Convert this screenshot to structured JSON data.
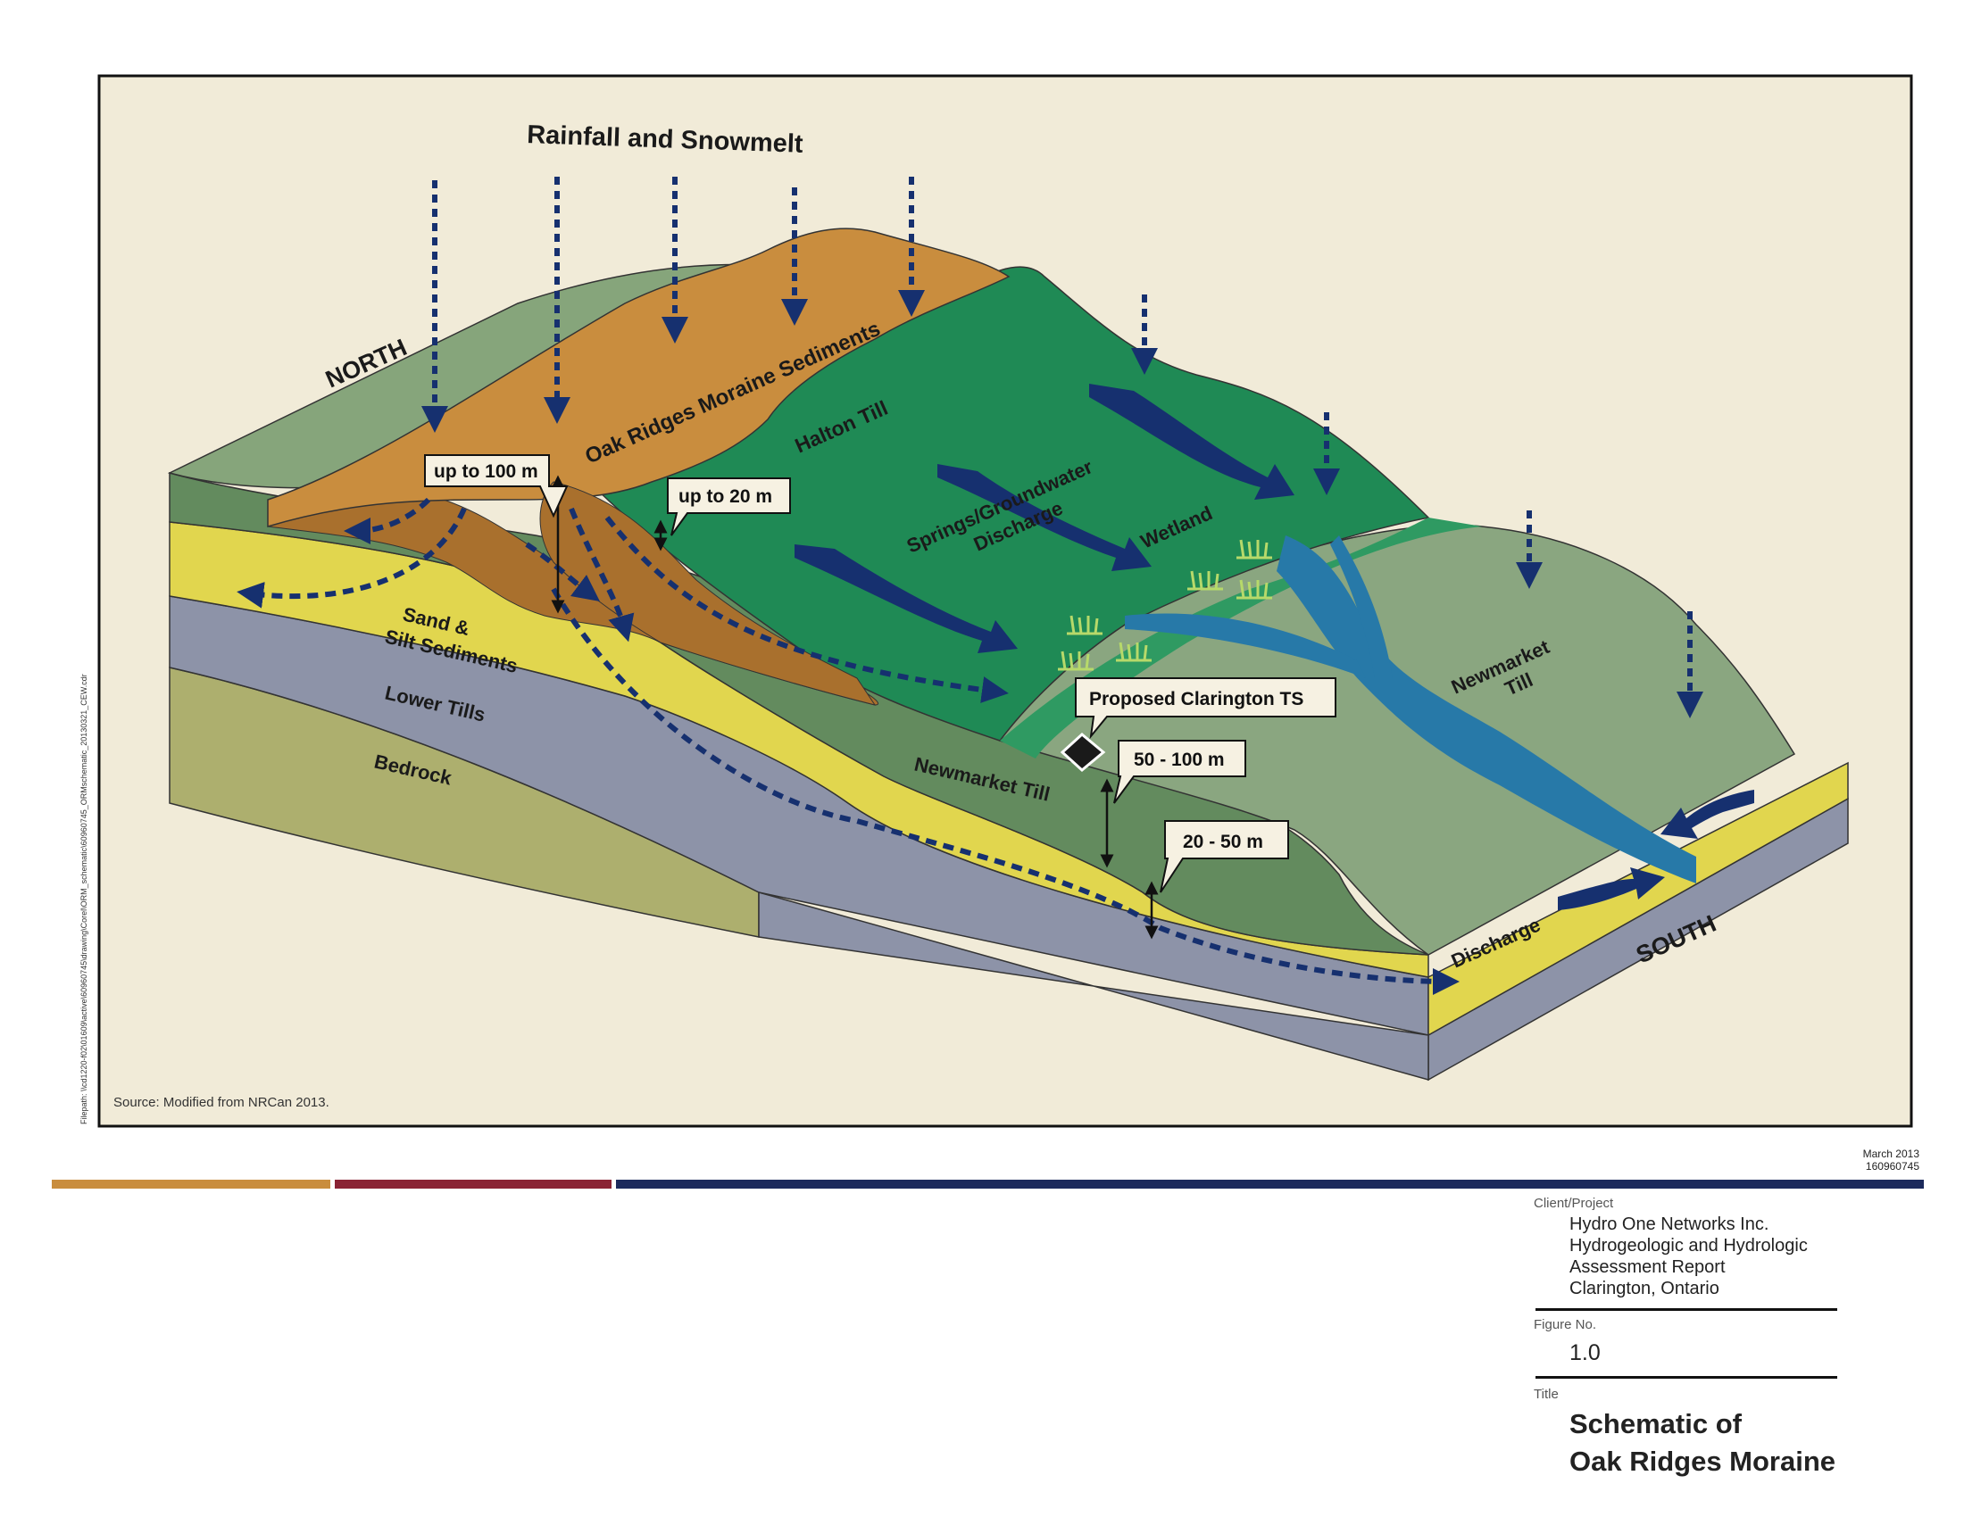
{
  "diagram": {
    "rain_label": "Rainfall and Snowmelt",
    "north_label": "NORTH",
    "south_label": "SOUTH",
    "layers": {
      "oak_ridges": "Oak Ridges Moraine Sediments",
      "halton": "Halton Till",
      "springs_1": "Springs/Groundwater",
      "springs_2": "Discharge",
      "wetland": "Wetland",
      "newmarket_right_1": "Newmarket",
      "newmarket_right_2": "Till",
      "newmarket_mid": "Newmarket Till",
      "sand_1": "Sand &",
      "sand_2": "Silt Sediments",
      "lower_tills": "Lower Tills",
      "bedrock": "Bedrock",
      "discharge": "Discharge"
    },
    "callouts": {
      "up100": "up to 100 m",
      "up20": "up to 20 m",
      "clarington": "Proposed Clarington TS",
      "d50_100": "50 - 100 m",
      "d20_50": "20 - 50 m"
    },
    "source": "Source:  Modified from NRCan 2013.",
    "filepath": "Filepath: \\\\cd1220-f02\\01609\\active\\60960745\\drawing\\Corel\\ORM_schematic\\60960745_ORMschematic_20130321_CEW.cdr",
    "colors": {
      "background": "#f1ebd8",
      "moraine": "#c98d3e",
      "halton": "#1f8a55",
      "newmarket": "#8aa680",
      "sand": "#e1d64e",
      "lower_tills": "#8d93a8",
      "bedrock": "#adaf6e",
      "arrows": "#16306f",
      "river": "#2779a8"
    }
  },
  "title_block": {
    "date": "March 2013",
    "project_number": "160960745",
    "client_header": "Client/Project",
    "client_lines": [
      "Hydro One Networks Inc.",
      "Hydrogeologic and Hydrologic",
      "Assessment Report",
      "Clarington, Ontario"
    ],
    "figure_header": "Figure No.",
    "figure_no": "1.0",
    "title_header": "Title",
    "title_lines": [
      "Schematic of",
      "Oak Ridges Moraine"
    ],
    "bar_colors": [
      "#c98d3e",
      "#8a2334",
      "#1c2a5c"
    ]
  }
}
